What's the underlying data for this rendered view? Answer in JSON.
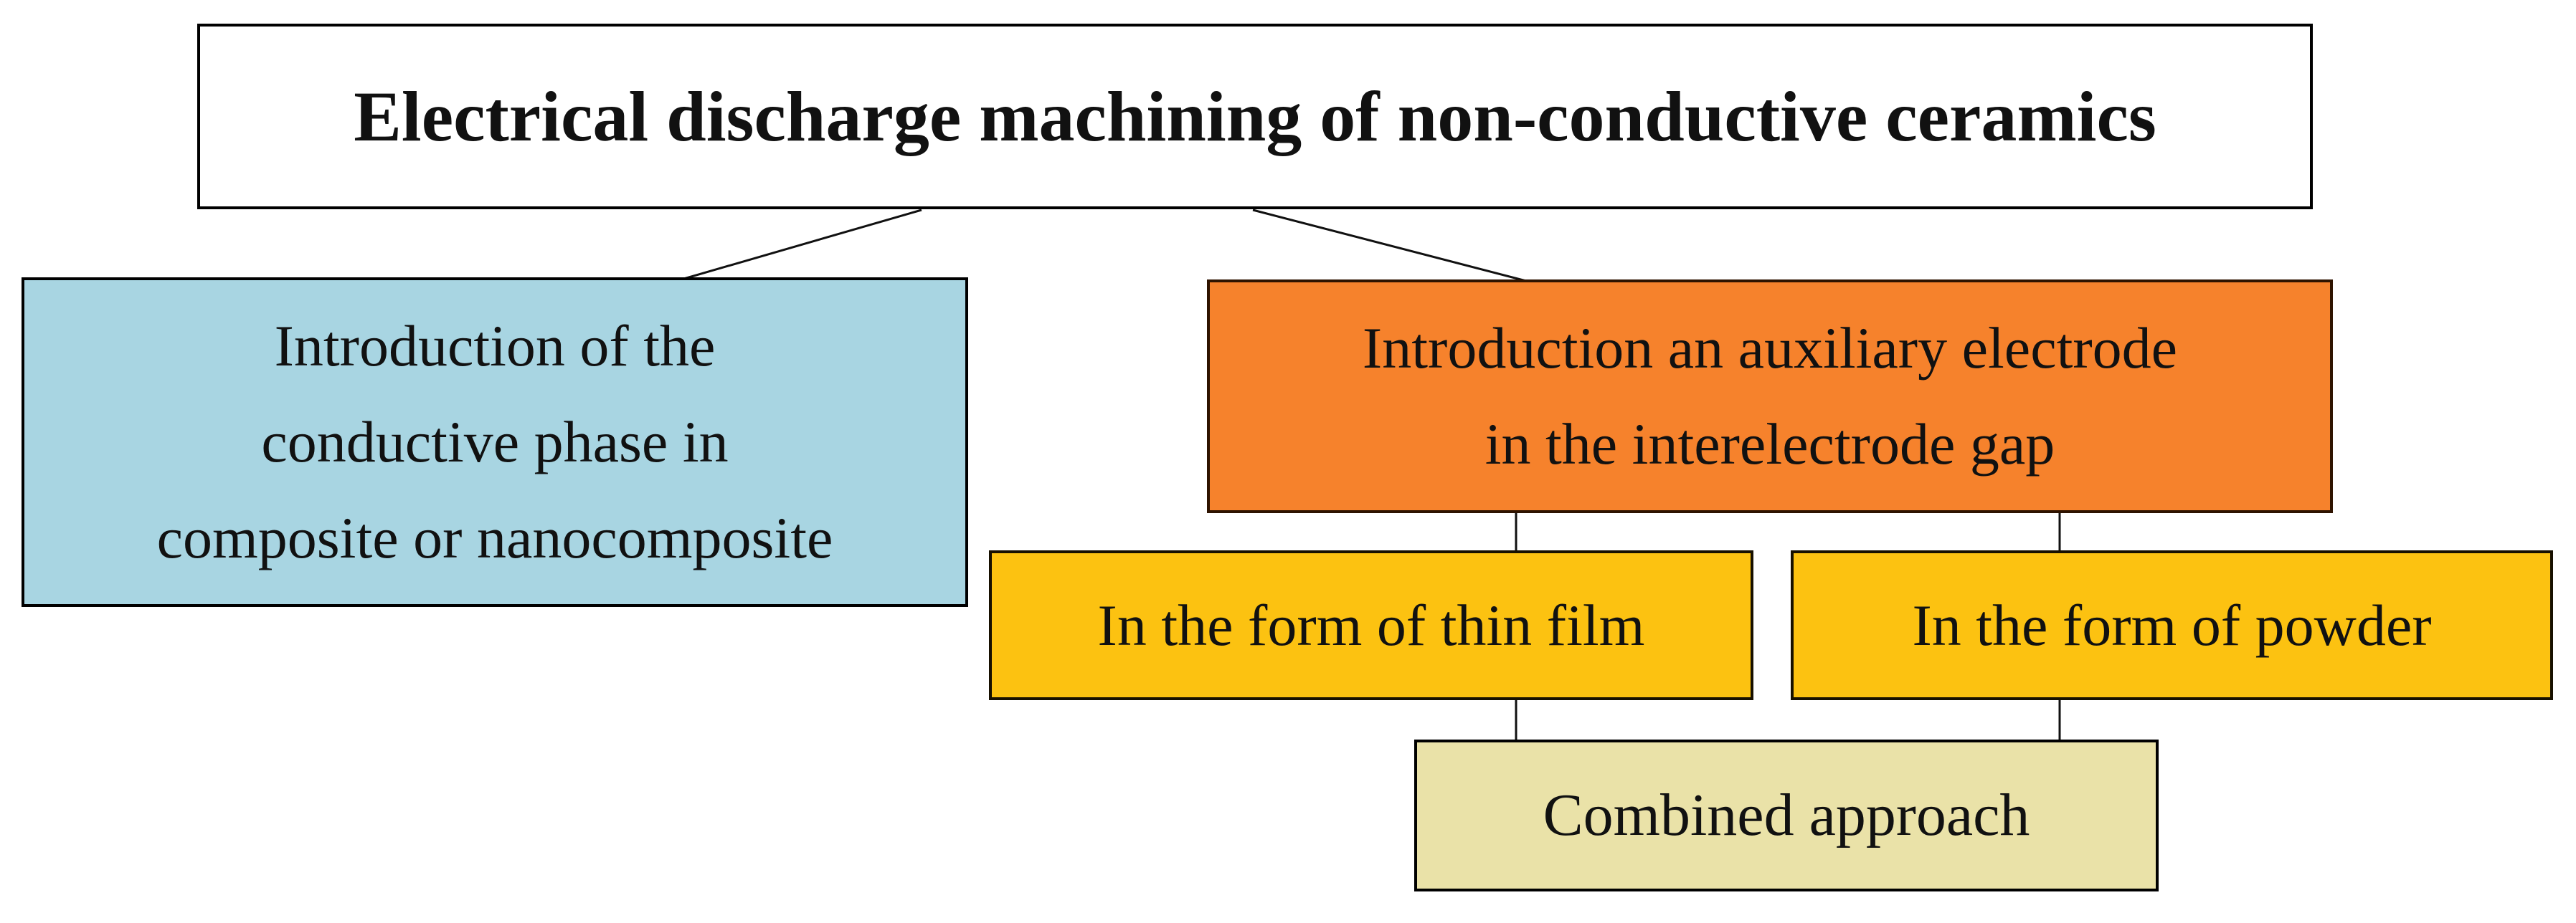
{
  "figure": {
    "title_box": {
      "label": "Electrical discharge machining of non-conductive ceramics"
    },
    "branches": {
      "conductive_phase": {
        "lines": [
          "Introduction of the",
          "conductive phase in",
          "composite or nanocomposite"
        ],
        "fill": "#a8d5e2"
      },
      "auxiliary_electrode": {
        "lines": [
          "Introduction an auxiliary electrode",
          "in the interelectrode gap"
        ],
        "fill": "#f6822c"
      },
      "thin_film": {
        "label": "In the form of thin film",
        "fill": "#fcc211"
      },
      "powder": {
        "label": "In the form of powder",
        "fill": "#fcc211"
      },
      "combined": {
        "label": "Combined approach",
        "fill": "#eae2a8"
      }
    },
    "colors": {
      "background": "#ffffff",
      "box_border": "#000000",
      "connector": "#111111",
      "text": "#111111"
    }
  }
}
